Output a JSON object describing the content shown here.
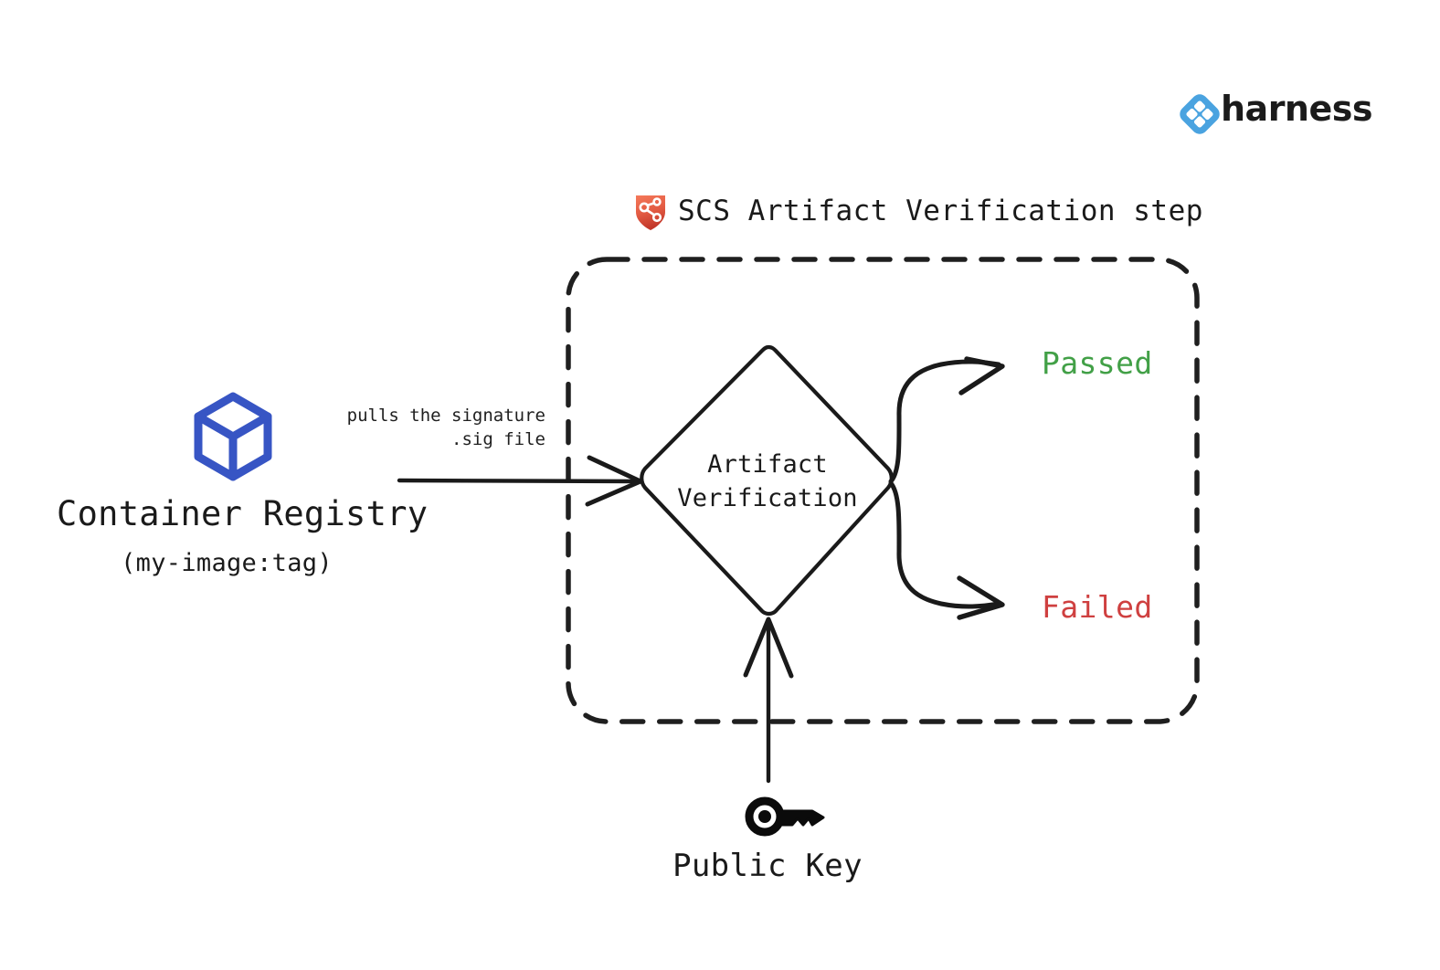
{
  "brand": {
    "name": "harness",
    "mark_color": "#4aa3e0",
    "wordmark_color": "#1b1b1b",
    "mark_icon": "harness-diamond-logo-icon"
  },
  "diagram": {
    "title": "SCS Artifact Verification step",
    "title_icon": "scs-shield-icon",
    "title_icon_colors": {
      "shield_top": "#f06a4a",
      "shield_bottom": "#c5392c",
      "glyph": "#ffffff"
    },
    "boundary": {
      "style": "dashed",
      "color": "#1f1f1f",
      "label": "SCS Artifact Verification step"
    },
    "nodes": {
      "registry": {
        "icon": "container-cube-icon",
        "icon_color": "#3755c4",
        "title": "Container Registry",
        "subtitle": "(my-image:tag)"
      },
      "decision": {
        "shape": "diamond",
        "text": "Artifact\nVerification",
        "stroke_color": "#1a1a1a"
      },
      "public_key": {
        "icon": "key-icon",
        "icon_color": "#0b0b0b",
        "label": "Public Key"
      },
      "outcomes": [
        {
          "label": "Passed",
          "color": "#42a047",
          "branch": "up"
        },
        {
          "label": "Failed",
          "color": "#cf4040",
          "branch": "down"
        }
      ]
    },
    "edges": [
      {
        "from": "Container Registry",
        "to": "Artifact Verification",
        "label": "pulls the signature\n.sig file",
        "direction": "right"
      },
      {
        "from": "Public Key",
        "to": "Artifact Verification",
        "label": "",
        "direction": "up"
      },
      {
        "from": "Artifact Verification",
        "to": "Passed",
        "label": "",
        "direction": "up-right"
      },
      {
        "from": "Artifact Verification",
        "to": "Failed",
        "label": "",
        "direction": "down-right"
      }
    ]
  }
}
